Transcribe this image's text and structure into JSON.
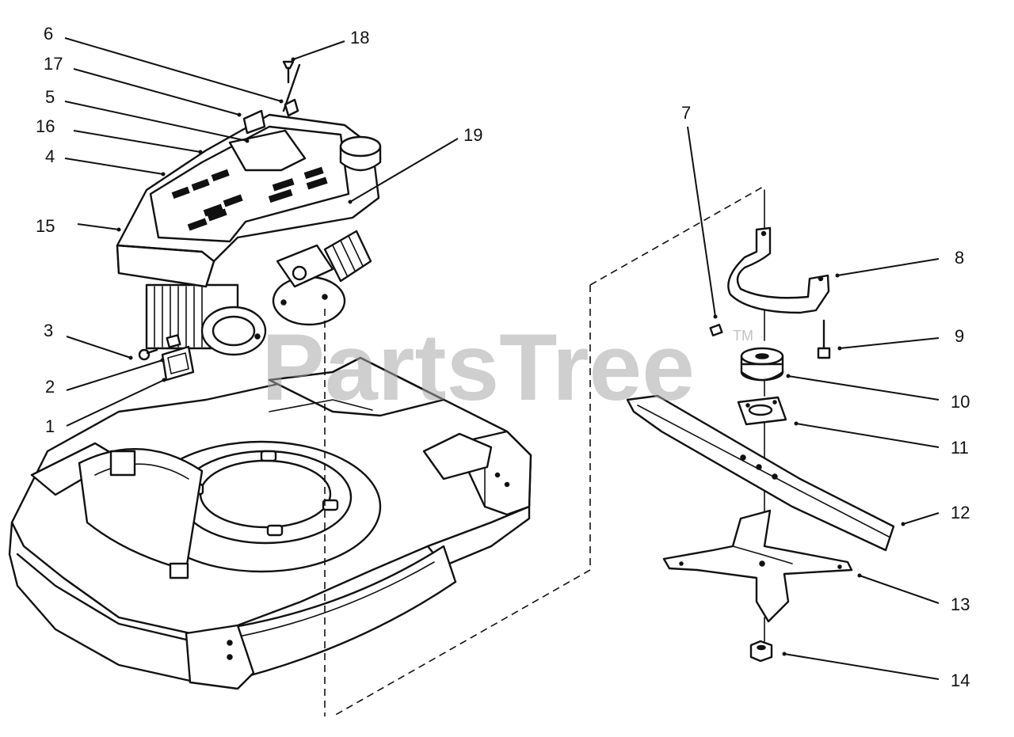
{
  "watermark": {
    "text": "PartsTree",
    "trademark": "TM"
  },
  "callouts": [
    "1",
    "2",
    "3",
    "4",
    "5",
    "6",
    "7",
    "8",
    "9",
    "10",
    "11",
    "12",
    "13",
    "14",
    "15",
    "16",
    "17",
    "18",
    "19"
  ]
}
